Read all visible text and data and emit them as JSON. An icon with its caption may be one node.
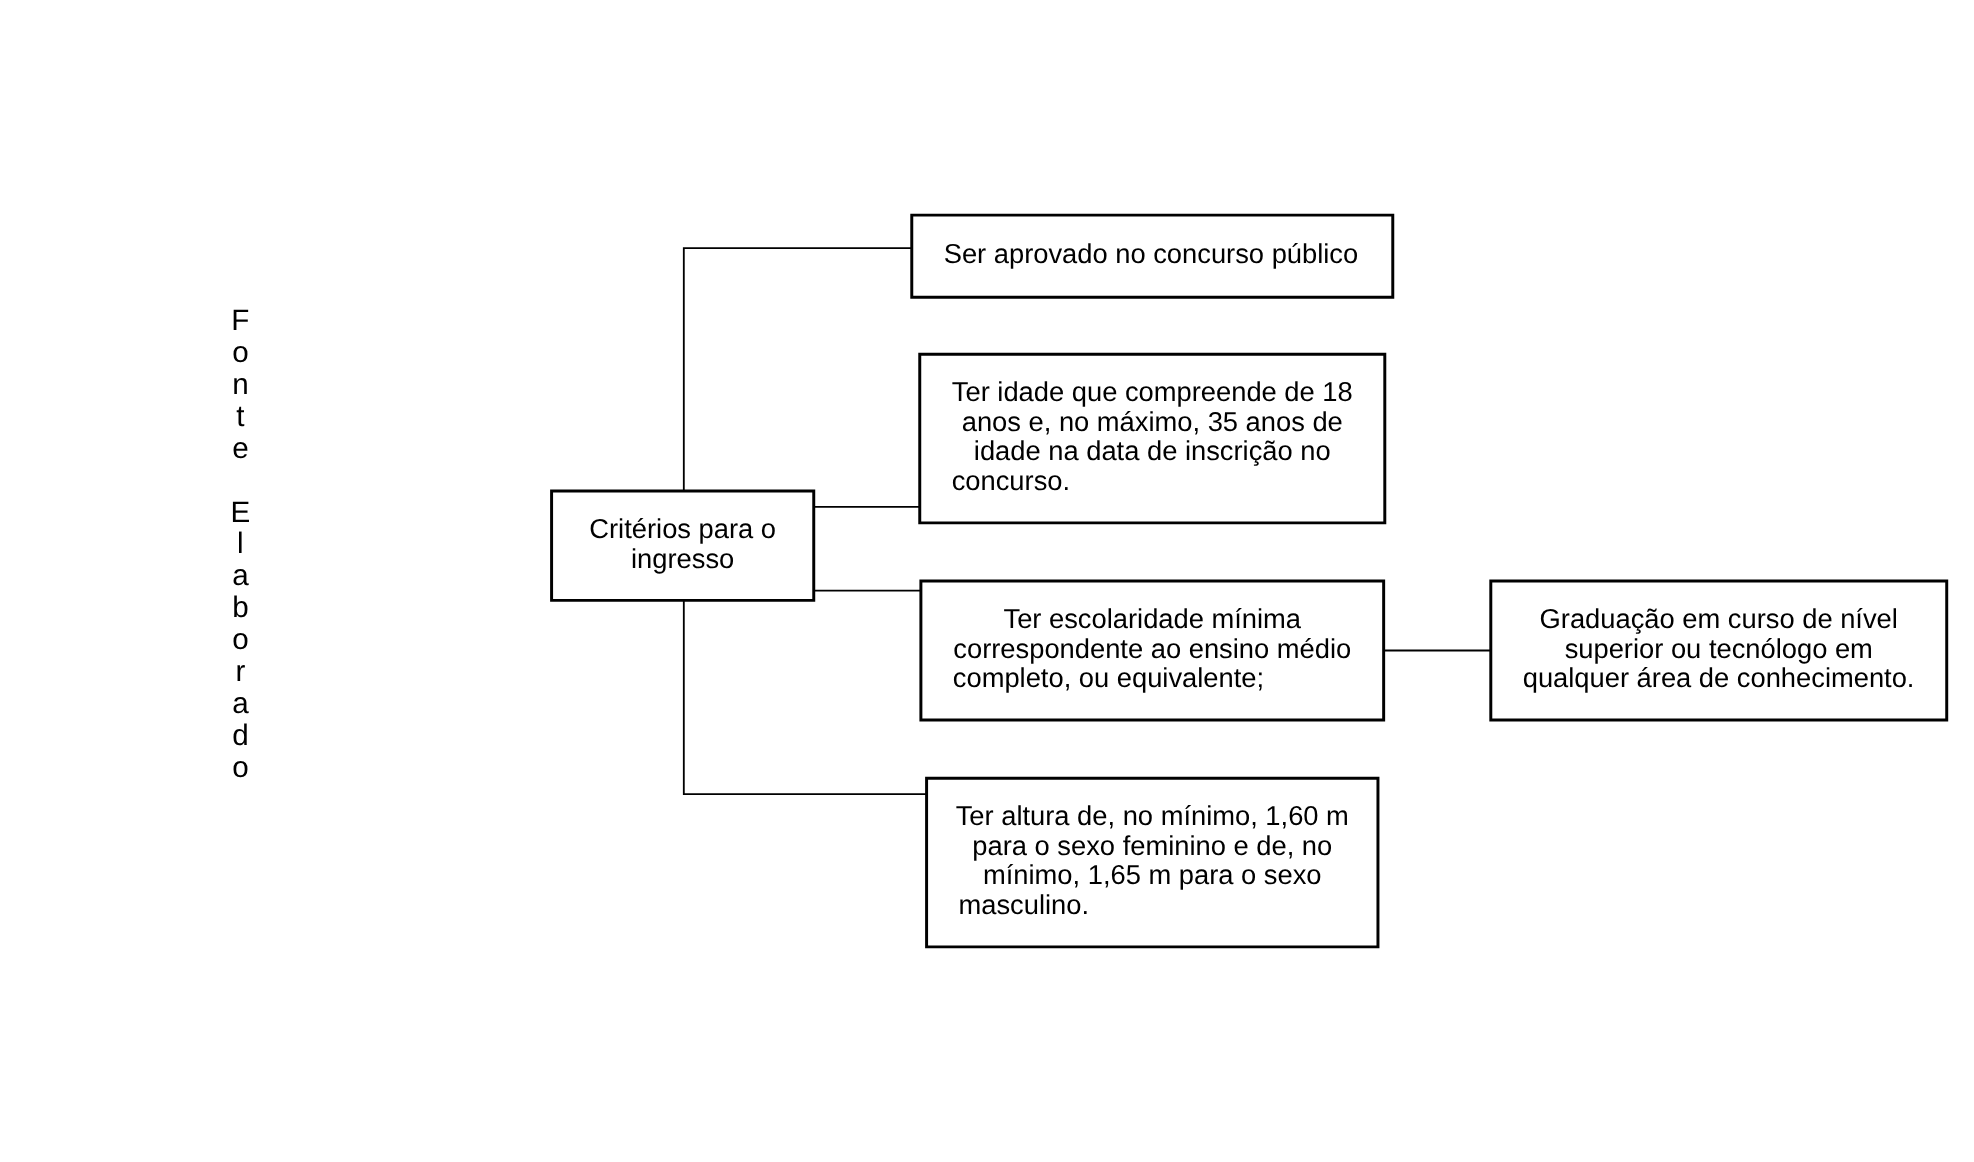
{
  "diagram": {
    "nodes": [
      {
        "text": [
          "Critérios para o ingresso"
        ]
      },
      {
        "text": [
          "Ser aprovado no concurso público"
        ]
      },
      {
        "text": [
          "Ter idade que compreende de 18 anos e, no máximo, 35 anos de idade na data de inscrição no concurso."
        ]
      },
      {
        "text": [
          "Ter escolaridade mínima correspondente ao ensino médio completo, ou equivalente;"
        ]
      },
      {
        "text": [
          "Ter altura de, no mínimo, 1,60 m para o sexo feminino e de, no mínimo, 1,65 m para o sexo masculino."
        ]
      },
      {
        "text": [
          "Graduação em curso de nível superior ou tecnólogo em qualquer área de conhecimento."
        ]
      }
    ],
    "edges": [
      {
        "from": 0,
        "to": 1,
        "arrow": "none"
      },
      {
        "from": 0,
        "to": 2,
        "arrow": "none"
      },
      {
        "from": 0,
        "to": 3,
        "arrow": "none"
      },
      {
        "from": 0,
        "to": 4,
        "arrow": "none"
      },
      {
        "from": 3,
        "to": 5,
        "arrow": "none"
      }
    ],
    "labels": [
      "Fonte Elaborado"
    ]
  }
}
